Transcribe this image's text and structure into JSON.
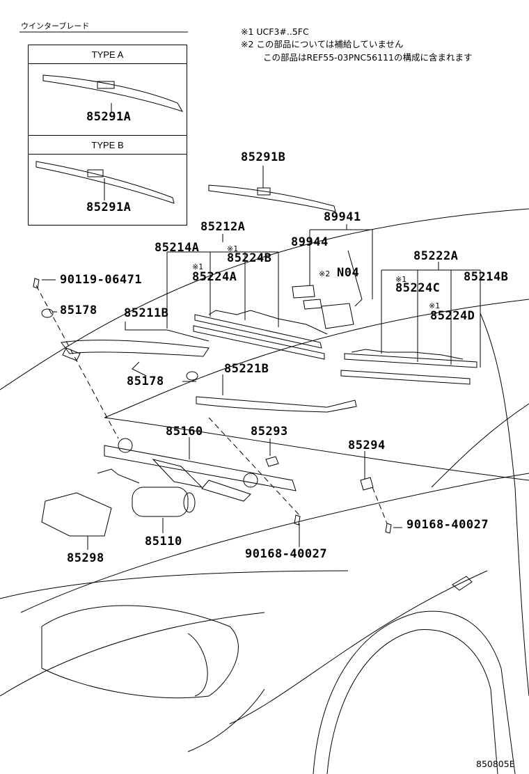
{
  "header": {
    "winter_blade": "ウインターブレード",
    "note1": "※1 UCF3#..5FC",
    "note2_line1": "※2 この部品については補給していません",
    "note2_line2": "この部品はREF55-03PNC56111の構成に含まれます"
  },
  "type_boxes": [
    {
      "title": "TYPE A",
      "part": "85291A"
    },
    {
      "title": "TYPE B",
      "part": "85291A"
    }
  ],
  "parts": {
    "p85291B": "85291B",
    "p89941": "89941",
    "p85212A": "85212A",
    "p85214A": "85214A",
    "p89944": "89944",
    "p85224B": "85224B",
    "p85224A": "85224A",
    "pN04": "N04",
    "p85222A": "85222A",
    "p85224C": "85224C",
    "p85214B": "85214B",
    "p85224D": "85224D",
    "p90119": "90119-06471",
    "p85178a": "85178",
    "p85211B": "85211B",
    "p85178b": "85178",
    "p85221B": "85221B",
    "p85160": "85160",
    "p85293": "85293",
    "p85294": "85294",
    "p90168a": "90168-40027",
    "p85110": "85110",
    "p85298": "85298",
    "p90168b": "90168-40027"
  },
  "marks": {
    "m1a": "※1",
    "m1b": "※1",
    "m2": "※2",
    "m1c": "※1",
    "m1d": "※1"
  },
  "footer": {
    "code": "850805E"
  }
}
